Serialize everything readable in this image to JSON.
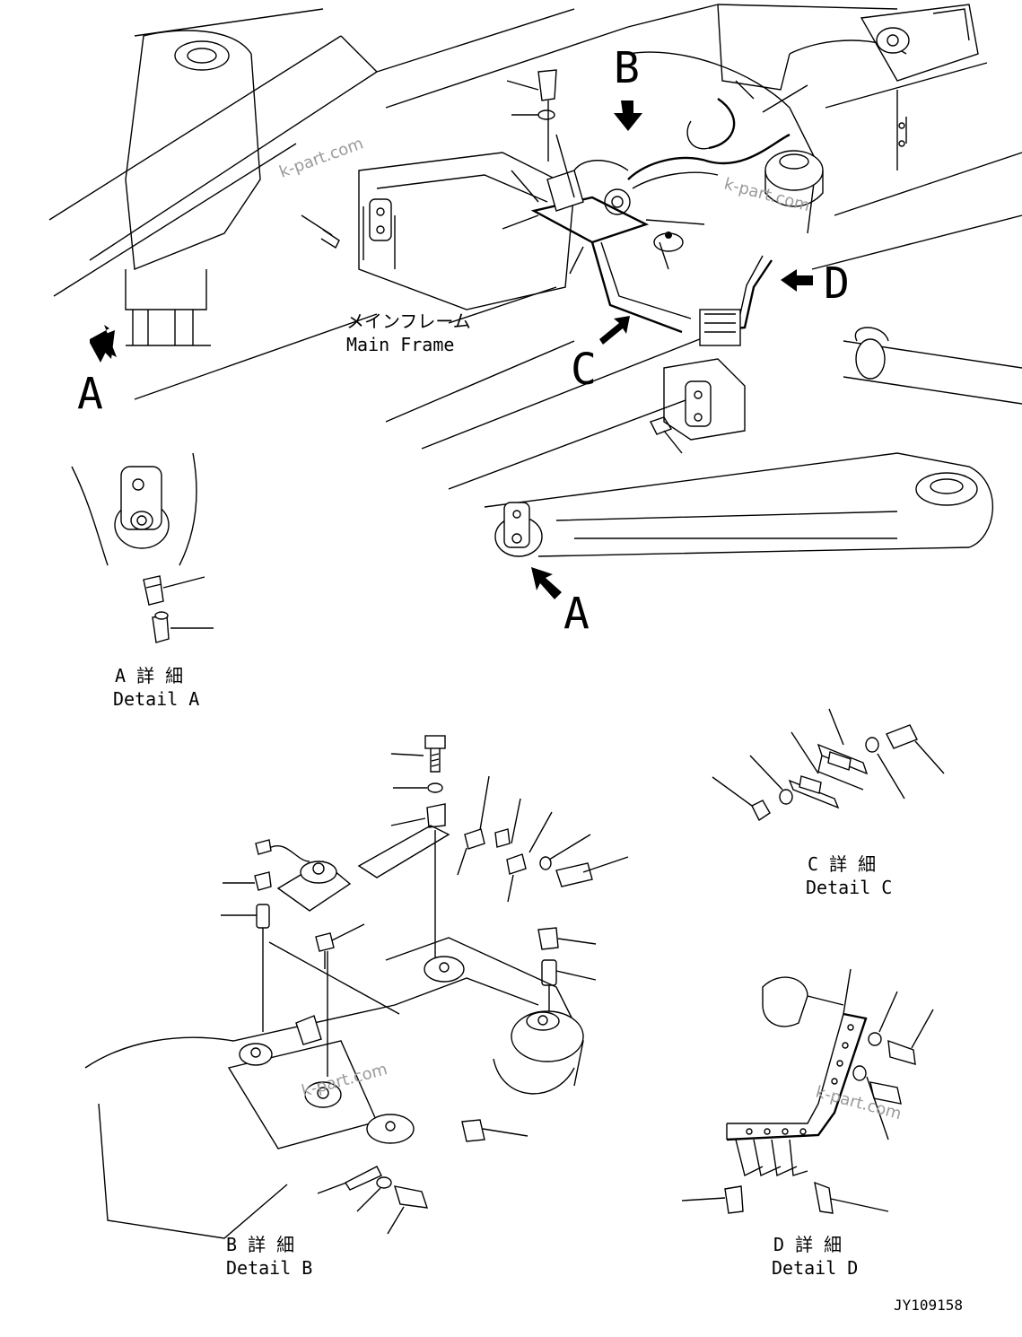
{
  "views": {
    "main": {
      "label_jp": "メインフレーム",
      "label_en": "Main Frame",
      "arrow_a_left": "A",
      "arrow_a_right": "A",
      "arrow_b": "B",
      "arrow_c": "C",
      "arrow_d": "D"
    },
    "detail_a": {
      "label_jp": "A 詳 細",
      "label_en": "Detail A"
    },
    "detail_b": {
      "label_jp": "B 詳 細",
      "label_en": "Detail B"
    },
    "detail_c": {
      "label_jp": "C 詳 細",
      "label_en": "Detail C"
    },
    "detail_d": {
      "label_jp": "D 詳 細",
      "label_en": "Detail D"
    }
  },
  "watermark": "k-part.com",
  "drawing_number": "JY109158"
}
